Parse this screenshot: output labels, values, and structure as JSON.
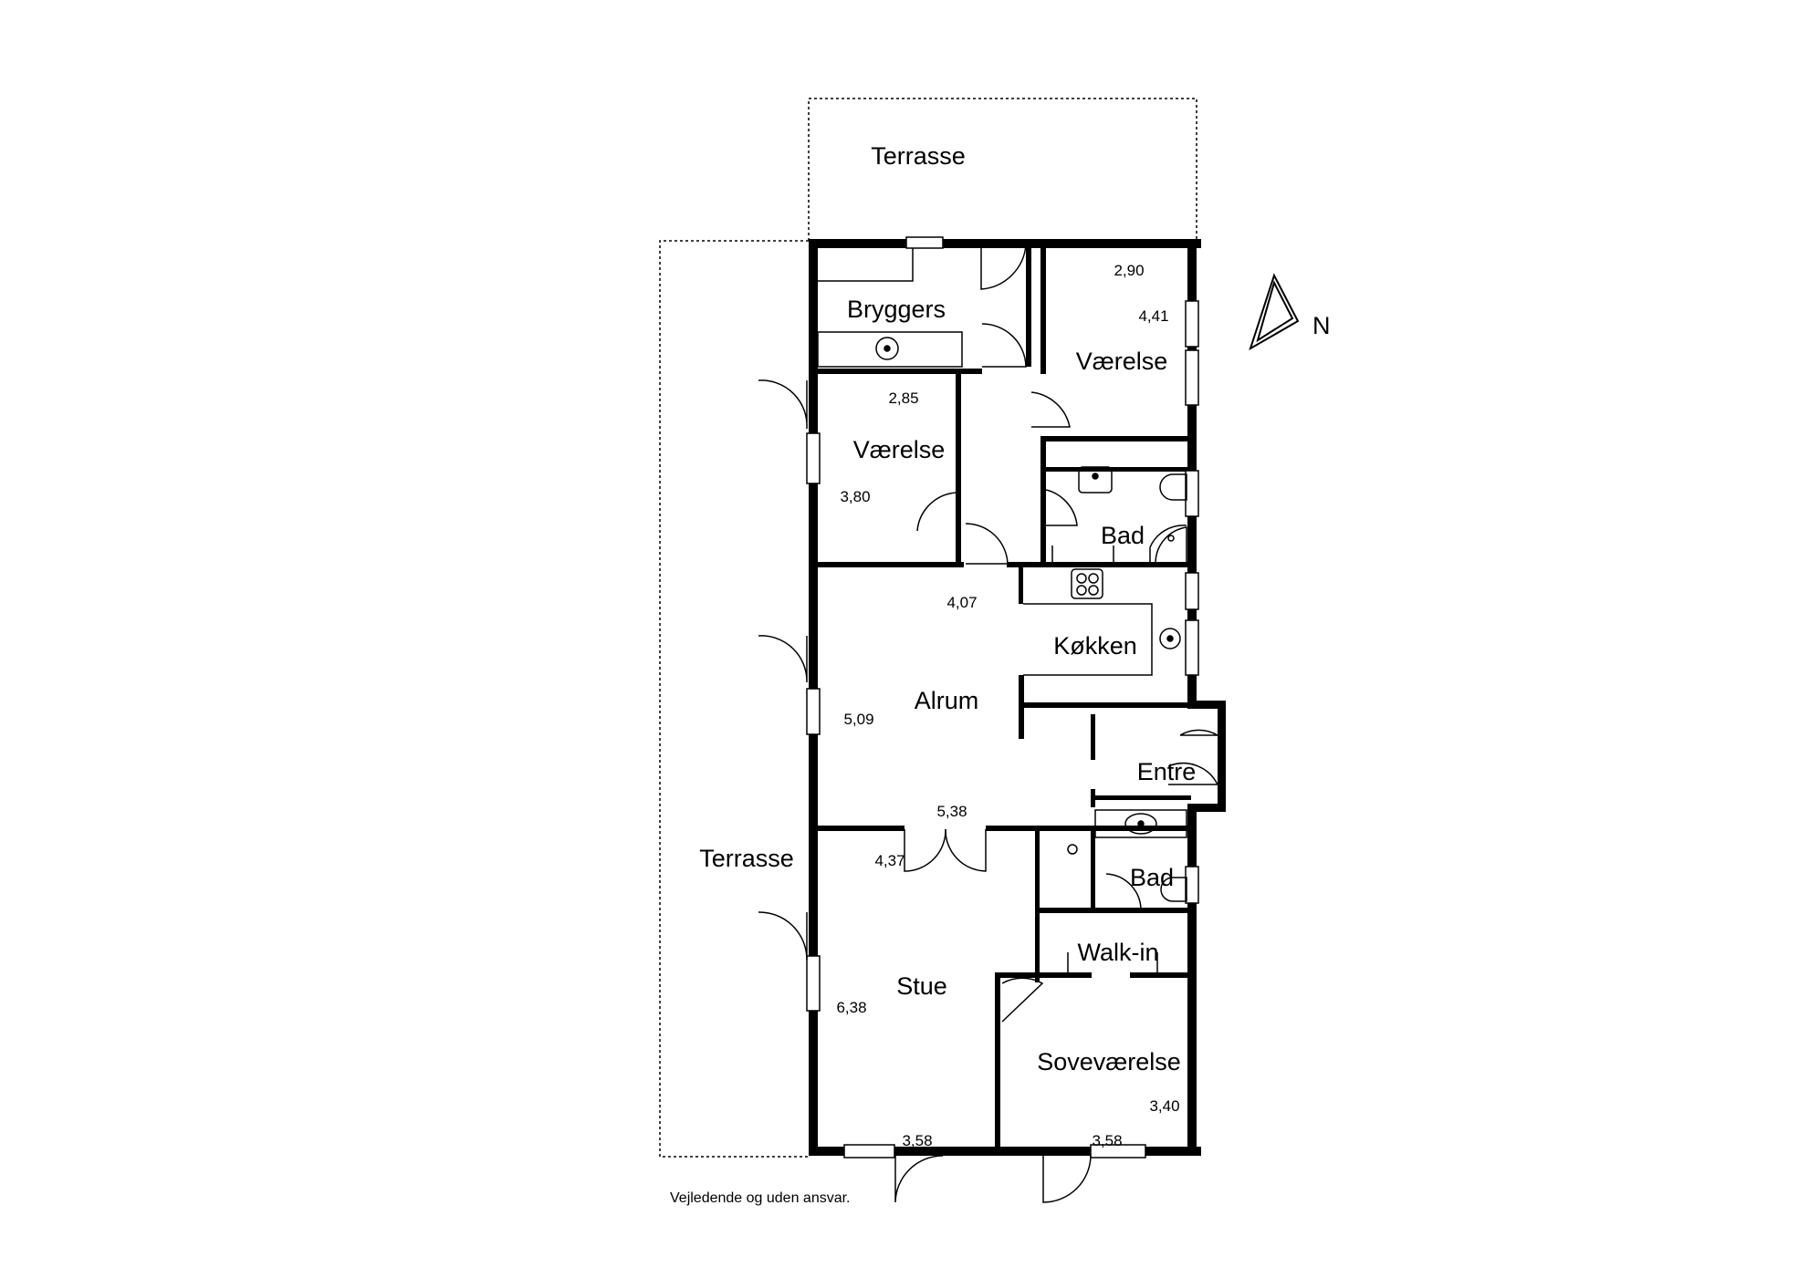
{
  "terrace_labels": {
    "top": "Terrasse",
    "left": "Terrasse"
  },
  "rooms": {
    "bryggers": "Bryggers",
    "vaerelse_ne": "Værelse",
    "vaerelse_w": "Værelse",
    "bad_n": "Bad",
    "koekken": "Køkken",
    "alrum": "Alrum",
    "entre": "Entre",
    "bad_s": "Bad",
    "walk_in": "Walk-in",
    "stue": "Stue",
    "sovevaerelse": "Soveværelse"
  },
  "dimensions": {
    "vaerelse_ne_width": "2,90",
    "vaerelse_ne_depth": "4,41",
    "vaerelse_w_width": "2,85",
    "vaerelse_w_depth": "3,80",
    "alrum_top": "4,07",
    "alrum_side": "5,09",
    "alrum_bottom": "5,38",
    "stue_top": "4,37",
    "stue_side": "6,38",
    "stue_bottom": "3,58",
    "sovevaerelse_side": "3,40",
    "sovevaerelse_bottom": "3,58"
  },
  "north_label": "N",
  "disclaimer": "Vejledende og uden ansvar.",
  "colors": {
    "wall": "#000000",
    "background": "#ffffff"
  }
}
